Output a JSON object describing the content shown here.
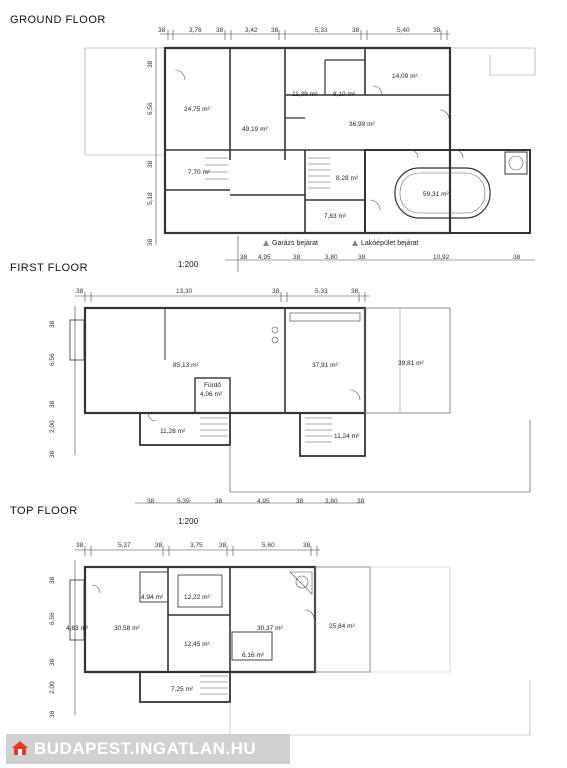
{
  "titles": {
    "ground": "GROUND FLOOR",
    "first": "FIRST FLOOR",
    "top": "TOP FLOOR"
  },
  "scales": {
    "ground": "1:200",
    "first": "1:200"
  },
  "entries": {
    "garage": "Garázs bejárat",
    "house": "Lakóépület bejárat"
  },
  "ground": {
    "dims_top": [
      "38",
      "3,76",
      "38",
      "3,42",
      "38",
      "5,33",
      "38",
      "5,40",
      "38"
    ],
    "dims_left": [
      "38",
      "6,56",
      "38",
      "5,18",
      "38"
    ],
    "dims_bottom": [
      "38",
      "4,95",
      "38",
      "3,80",
      "38",
      "10,92",
      "38"
    ],
    "areas": [
      "24,75 m²",
      "49,19 m²",
      "11,39 m²",
      "8,10 m²",
      "14,09 m²",
      "36,99 m²",
      "7,70 m²",
      "8,28 m²",
      "59,31 m²",
      "7,83 m²"
    ]
  },
  "first": {
    "dims_top": [
      "38",
      "13,30",
      "38",
      "5,33",
      "38"
    ],
    "dims_left": [
      "38",
      "6,56",
      "38",
      "2,00",
      "38"
    ],
    "dims_bottom": [
      "38",
      "5,39",
      "38",
      "4,95",
      "38",
      "3,80",
      "38"
    ],
    "areas": [
      "85,13 m²",
      "37,91 m²",
      "39,81 m²",
      "Fürdő",
      "4,06 m²",
      "11,28 m²",
      "11,24 m²"
    ]
  },
  "top": {
    "dims_top": [
      "38",
      "5,37",
      "38",
      "3,75",
      "38",
      "5,60",
      "38"
    ],
    "dims_left": [
      "38",
      "6,56",
      "38",
      "2,00",
      "38"
    ],
    "areas": [
      "4,94 m²",
      "12,22 m²",
      "30,58 m²",
      "4,83 m²",
      "30,37 m²",
      "25,84 m²",
      "12,45 m²",
      "6,16 m²",
      "7,25 m²"
    ]
  },
  "watermark": "BUDAPEST.INGATLAN.HU"
}
